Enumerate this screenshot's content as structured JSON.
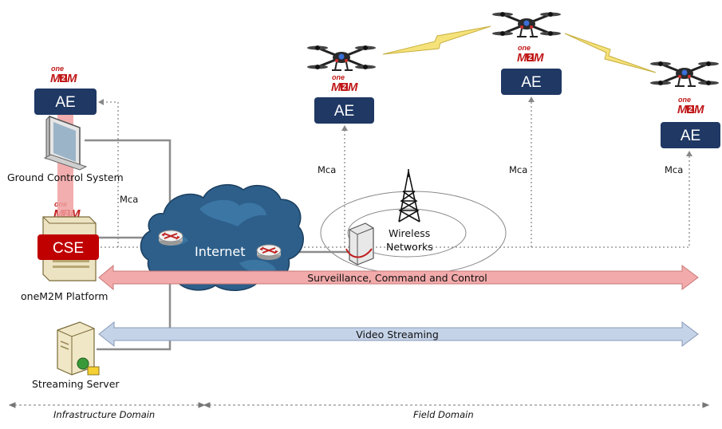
{
  "labels": {
    "ae": "AE",
    "cse": "CSE",
    "ground_control": "Ground Control System",
    "platform": "oneM2M Platform",
    "streaming_server": "Streaming Server",
    "internet": "Internet",
    "wireless_line1": "Wireless",
    "wireless_line2": "Networks",
    "mca": "Mca",
    "surveillance": "Surveillance, Command and Control",
    "video": "Video Streaming",
    "infra_domain": "Infrastructure Domain",
    "field_domain": "Field Domain"
  },
  "logo": {
    "top": "one",
    "m1": "M",
    "two": "2",
    "m2": "M"
  },
  "colors": {
    "ae_box": "#1f3864",
    "cse_box": "#c00000",
    "surveillance_arrow": "#f2aaaa",
    "video_arrow": "#c5d3e8",
    "cloud": "#2d5f8a",
    "lightning": "#f5e27a"
  },
  "icons": [
    "drone-icon",
    "router-icon",
    "antenna-tower-icon",
    "server-icon",
    "computer-monitor-icon",
    "lightning-icon",
    "cloud-icon"
  ]
}
